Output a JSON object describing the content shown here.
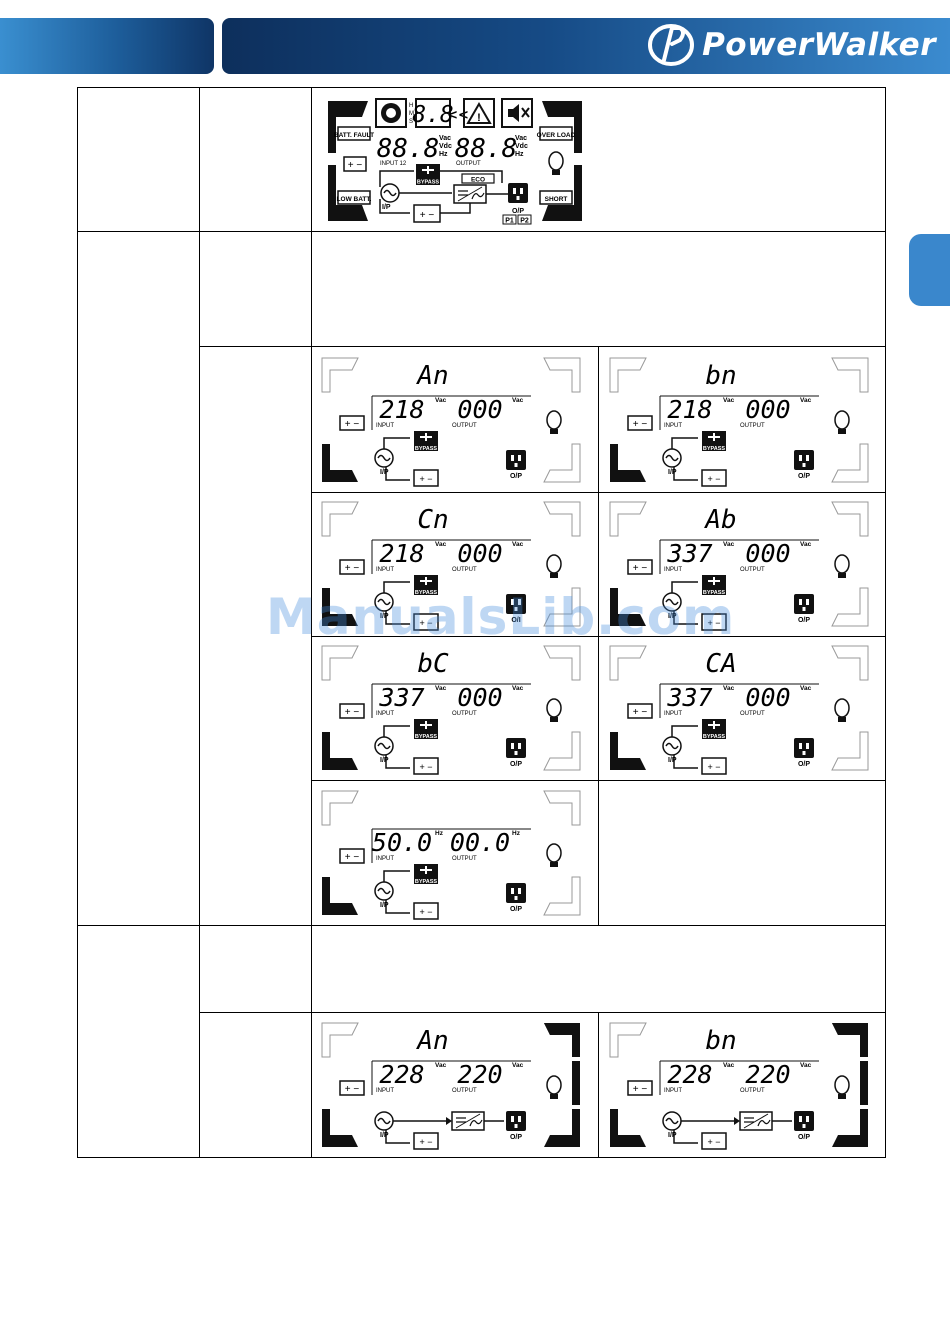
{
  "brand": {
    "logo_text": "PowerWalker"
  },
  "watermark": "ManualsLib.com",
  "overview_display": {
    "timer_units": [
      "H",
      "M",
      "S"
    ],
    "timer_digits": "8.8",
    "chevrons": "<<",
    "warning": "!",
    "labels": {
      "batt_fault": "BATT. FAULT",
      "low_batt": "LOW BATT.",
      "over_load": "OVER LOAD",
      "short": "SHORT",
      "input_12": "INPUT 12",
      "output": "OUTPUT",
      "eco": "ECO",
      "bypass": "BYPASS",
      "ip": "I/P",
      "op": "O/P",
      "p1": "P1",
      "p2": "P2"
    },
    "input_digits": "88.8",
    "output_digits": "88.8",
    "units": [
      "Vac",
      "Vdc",
      "Hz"
    ]
  },
  "lcd_labels": {
    "input": "INPUT",
    "output": "OUTPUT",
    "bypass": "BYPASS",
    "ip": "I/P",
    "op": "O/P",
    "op_alt": "O/I"
  },
  "bypass_screens": [
    {
      "code": "An",
      "input": "218",
      "input_unit": "Vac",
      "output": "000",
      "output_unit": "Vac"
    },
    {
      "code": "bn",
      "input": "218",
      "input_unit": "Vac",
      "output": "000",
      "output_unit": "Vac"
    },
    {
      "code": "Cn",
      "input": "218",
      "input_unit": "Vac",
      "output": "000",
      "output_unit": "Vac"
    },
    {
      "code": "Ab",
      "input": "337",
      "input_unit": "Vac",
      "output": "000",
      "output_unit": "Vac"
    },
    {
      "code": "bC",
      "input": "337",
      "input_unit": "Vac",
      "output": "000",
      "output_unit": "Vac"
    },
    {
      "code": "CA",
      "input": "337",
      "input_unit": "Vac",
      "output": "000",
      "output_unit": "Vac"
    },
    {
      "code": "",
      "input": "50.0",
      "input_unit": "Hz",
      "output": "00.0",
      "output_unit": "Hz"
    }
  ],
  "online_screens": [
    {
      "code": "An",
      "input": "228",
      "input_unit": "Vac",
      "output": "220",
      "output_unit": "Vac"
    },
    {
      "code": "bn",
      "input": "228",
      "input_unit": "Vac",
      "output": "220",
      "output_unit": "Vac"
    }
  ]
}
